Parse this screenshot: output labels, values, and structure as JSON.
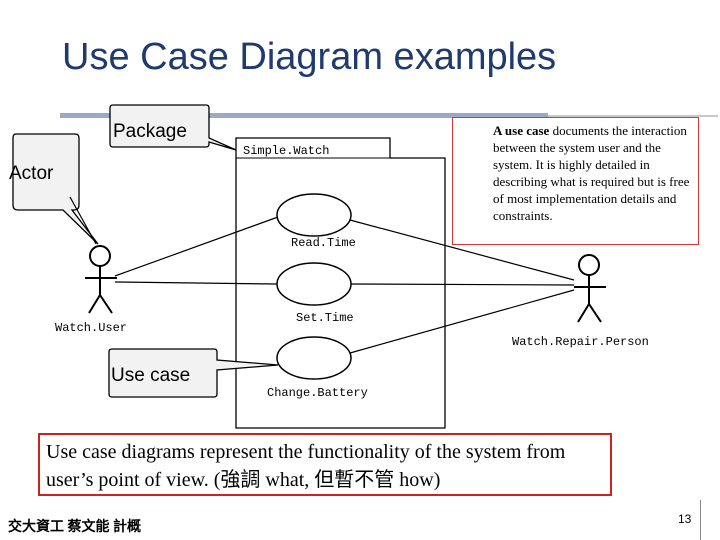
{
  "slide": {
    "title": "Use Case Diagram examples",
    "footer": "交大資工 蔡文能 計概",
    "page_number": "13"
  },
  "diagram": {
    "package_name": "Simple.Watch",
    "use_cases": [
      "Read.Time",
      "Set.Time",
      "Change.Battery"
    ],
    "actors": [
      "Watch.User",
      "Watch.Repair.Person"
    ]
  },
  "callouts": {
    "package": "Package",
    "actor": "Actor",
    "use_case": "Use case"
  },
  "note": {
    "bold_lead": "A use case",
    "text": " documents the interaction between the system user and the system. It is highly detailed in describing what is required but is free of most implementation details and constraints."
  },
  "summary": "Use case diagrams represent the functionality of the system from user’s point of view. (強調 what, 但暫不管 how)"
}
